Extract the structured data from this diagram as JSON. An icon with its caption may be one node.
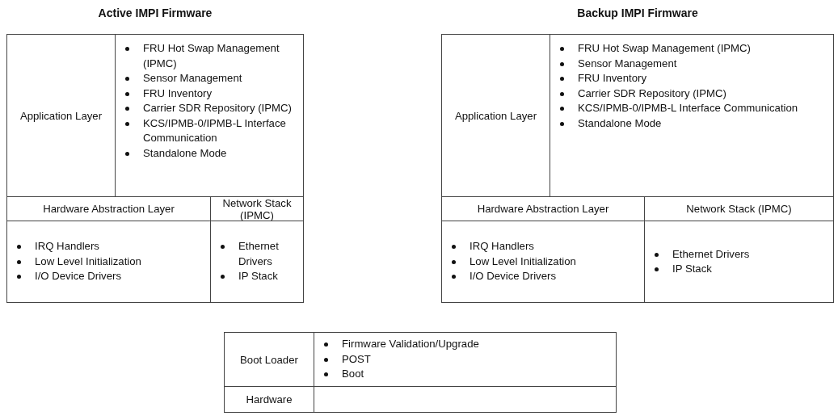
{
  "diagram": {
    "nodes": [
      {
        "text": [
          "Active IMPI Firmware"
        ]
      },
      {
        "text": [
          "Application Layer"
        ],
        "in": 0
      },
      {
        "text": [
          "FRU Hot Swap Management (IPMC)",
          "Sensor Management",
          "FRU Inventory",
          "Carrier SDR Repository (IPMC)",
          "KCS/IPMB-0/IPMB-L Interface Communication",
          "Standalone Mode"
        ],
        "in": 0
      },
      {
        "text": [
          "Hardware Abstraction Layer"
        ],
        "in": 0
      },
      {
        "text": [
          "Network Stack (IPMC)"
        ],
        "in": 0
      },
      {
        "text": [
          "IRQ Handlers",
          "Low Level Initialization",
          "I/O Device Drivers"
        ],
        "in": 0
      },
      {
        "text": [
          "Ethernet Drivers",
          "IP Stack"
        ],
        "in": 0
      },
      {
        "text": [
          "Backup IMPI Firmware"
        ]
      },
      {
        "text": [
          "Application Layer"
        ],
        "in": 7
      },
      {
        "text": [
          "FRU Hot Swap Management (IPMC)",
          "Sensor Management",
          "FRU Inventory",
          "Carrier SDR Repository (IPMC)",
          "KCS/IPMB-0/IPMB-L Interface Communication",
          "Standalone Mode"
        ],
        "in": 7
      },
      {
        "text": [
          "Hardware Abstraction Layer"
        ],
        "in": 7
      },
      {
        "text": [
          "Network Stack (IPMC)"
        ],
        "in": 7
      },
      {
        "text": [
          "IRQ Handlers",
          "Low Level Initialization",
          "I/O Device Drivers"
        ],
        "in": 7
      },
      {
        "text": [
          "Ethernet Drivers",
          "IP Stack"
        ],
        "in": 7
      },
      {
        "text": [
          "Boot Loader"
        ]
      },
      {
        "text": [
          "Firmware Validation/Upgrade",
          "POST",
          "Boot"
        ]
      },
      {
        "text": [
          "Hardware"
        ]
      },
      {
        "text": [],
        "shape": "box"
      }
    ]
  }
}
